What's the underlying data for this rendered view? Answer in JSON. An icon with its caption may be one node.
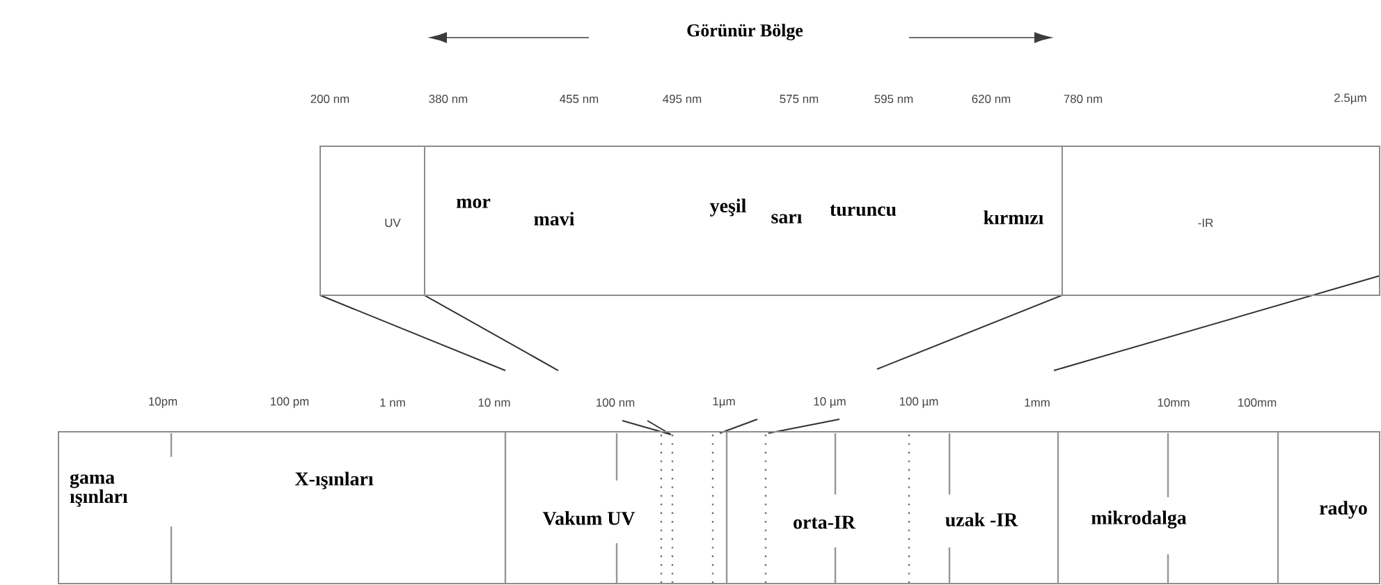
{
  "diagram": {
    "title": "Görünür Bölge",
    "nodes": [
      {
        "text": [],
        "shape": "box"
      },
      {
        "text": [
          "UV"
        ],
        "in": 0
      },
      {
        "text": [
          "mor",
          "mavi",
          "yeşil",
          "sarı",
          "turuncu",
          "kırmızı"
        ],
        "in": 0
      },
      {
        "text": [
          "-IR"
        ],
        "in": 0
      },
      {
        "text": [],
        "shape": "box"
      },
      {
        "text": [
          "gama ışınları"
        ],
        "in": 4
      },
      {
        "text": [
          "X-ışınları"
        ],
        "in": 4
      },
      {
        "text": [
          "Vakum UV"
        ],
        "in": 4
      },
      {
        "text": [
          "orta-IR"
        ],
        "in": 4
      },
      {
        "text": [
          "uzak -IR"
        ],
        "in": 4
      },
      {
        "text": [
          "mikrodalga"
        ],
        "in": 4
      },
      {
        "text": [
          "radyo"
        ],
        "in": 4
      }
    ],
    "labels": [
      "200 nm",
      "380 nm",
      "455 nm",
      "495 nm",
      "575 nm",
      "595 nm",
      "620 nm",
      "780 nm",
      "2.5µm",
      "10pm",
      "100 pm",
      "1 nm",
      "10 nm",
      "100 nm",
      "1µm",
      "10 µm",
      "100 µm",
      "1mm",
      "10mm",
      "100mm"
    ]
  }
}
